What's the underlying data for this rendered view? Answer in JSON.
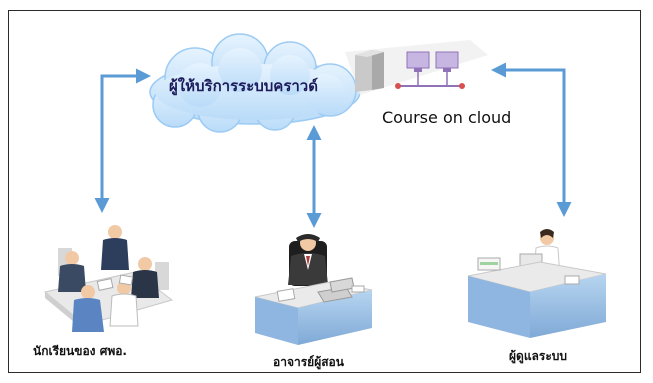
{
  "diagram": {
    "cloud_label": "ผู้ให้บริการระบบคราวด์",
    "course_label": "Course on cloud",
    "actors": [
      {
        "label": "นักเรียนของ ศพอ."
      },
      {
        "label": "อาจารย์ผู้สอน"
      },
      {
        "label": "ผู้ดูแลระบบ"
      }
    ]
  },
  "colors": {
    "arrow": "#5b9bd5",
    "cloud_fill": "#cfe6fb",
    "cloud_edge": "#9ccbf4",
    "desk": "#9dc3e6",
    "desk_dark": "#5b86b5",
    "frame": "#2b2b2b"
  }
}
